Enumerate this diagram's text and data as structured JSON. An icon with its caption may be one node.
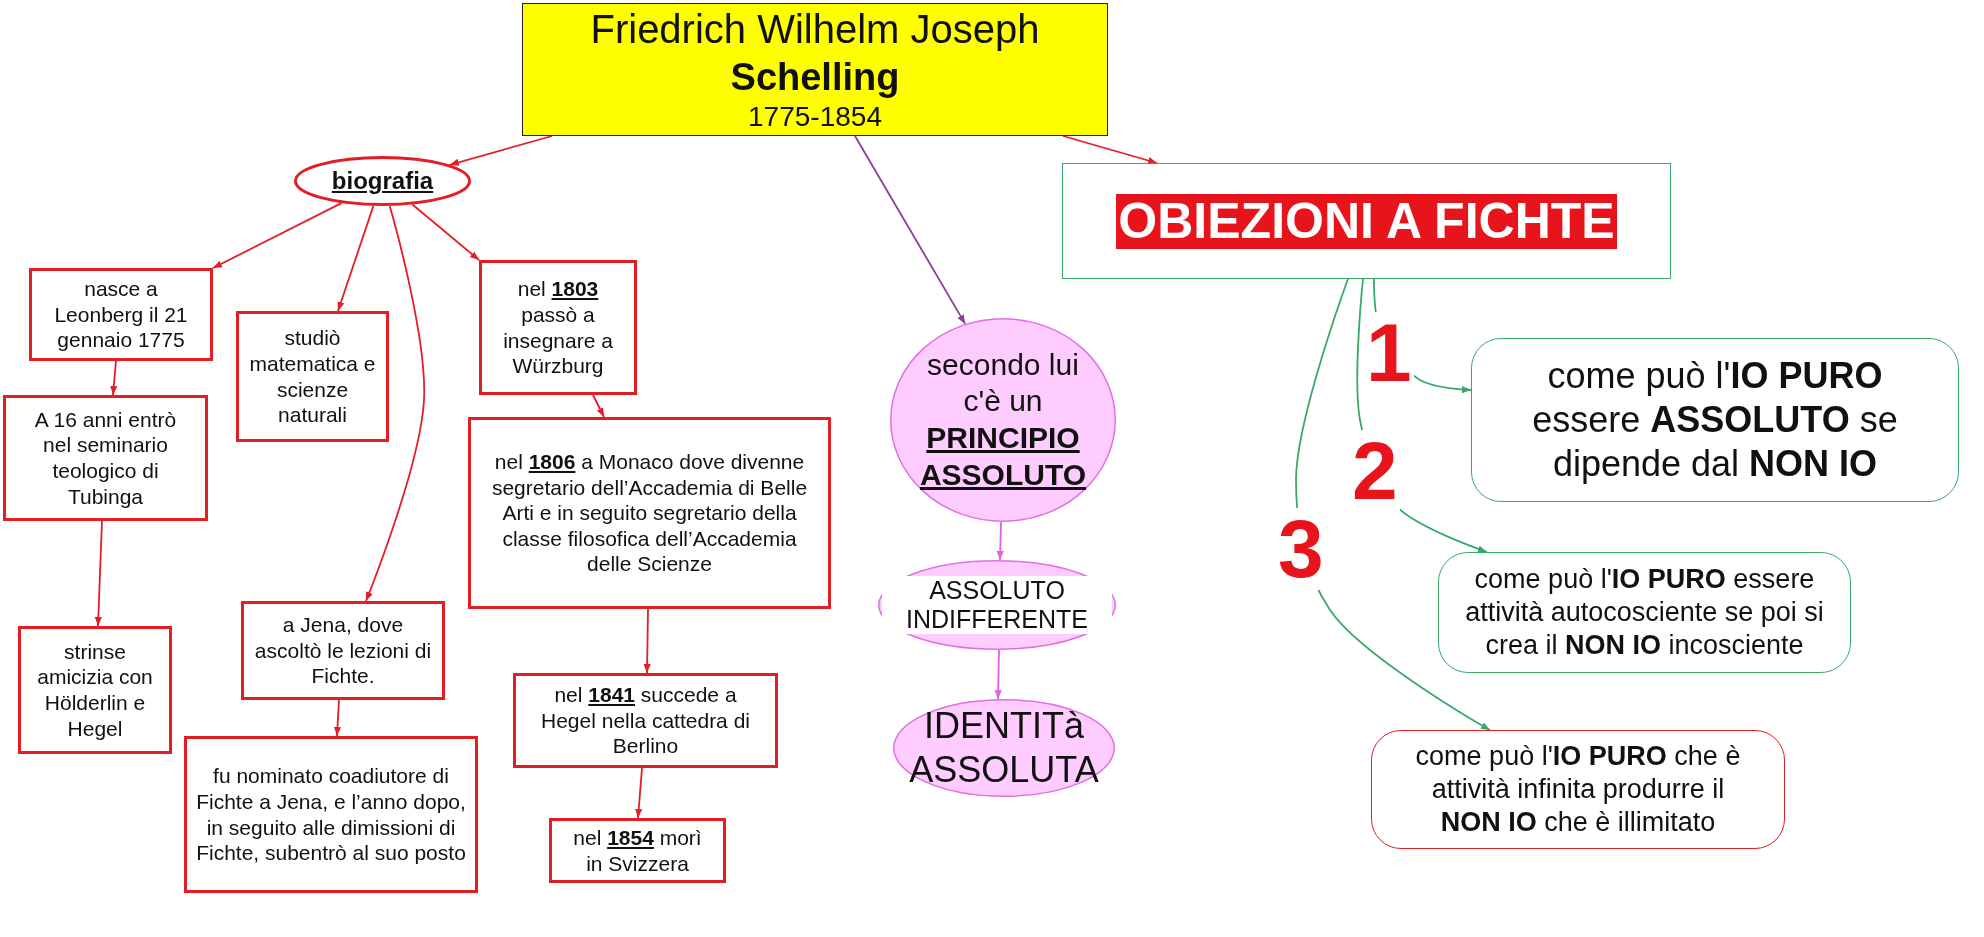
{
  "diagram": {
    "nodes": [
      {
        "text": [
          "Friedrich Wilhelm Joseph",
          "Schelling",
          "1775-1854"
        ]
      },
      {
        "text": [
          "biografia"
        ]
      },
      {
        "text": [
          "nasce a Leonberg il 21 gennaio 1775"
        ]
      },
      {
        "text": [
          "A 16 anni entrò nel seminario teologico di Tubinga"
        ]
      },
      {
        "text": [
          "strinse amicizia con Hölderlin e Hegel"
        ]
      },
      {
        "text": [
          "studiò matematica e scienze naturali"
        ]
      },
      {
        "text": [
          "a Jena, dove ascoltò le lezioni di Fichte."
        ]
      },
      {
        "text": [
          "fu nominato coadiutore di Fichte a Jena, e l’anno dopo, in seguito alle dimissioni di Fichte, subentrò al suo posto"
        ]
      },
      {
        "text": [
          "nel **1803** passò a insegnare a Würzburg"
        ]
      },
      {
        "text": [
          "nel **1806** a Monaco dove divenne segretario dell’Accademia di Belle Arti e in seguito segretario della classe filosofica dell’Accademia delle Scienze"
        ]
      },
      {
        "text": [
          "nel **1841** succede a Hegel nella cattedra di Berlino"
        ]
      },
      {
        "text": [
          "nel **1854** morì in Svizzera"
        ]
      },
      {
        "text": [
          "secondo lui c'è un **PRINCIPIO ASSOLUTO**"
        ]
      },
      {
        "text": [
          "ASSOLUTO INDIFFERENTE"
        ]
      },
      {
        "text": [
          "IDENTITà ASSOLUTA"
        ]
      },
      {
        "text": [
          "OBIEZIONI A FICHTE"
        ]
      },
      {
        "text": [
          "come può l'**IO PURO** essere **ASSOLUTO** se dipende dal **NON IO**"
        ]
      },
      {
        "text": [
          "come può l'**IO PURO** essere attività autocosciente se poi si crea il **NON IO** incosciente"
        ]
      },
      {
        "text": [
          "come può l'**IO PURO** che è attività infinita produrre il **NON IO** che è illimitato"
        ]
      }
    ],
    "edges": [
      {
        "from": 0,
        "to": 1,
        "arrow": "to"
      },
      {
        "from": 0,
        "to": 12,
        "arrow": "to",
        "color": "#8e3a9e"
      },
      {
        "from": 0,
        "to": 15,
        "arrow": "to"
      },
      {
        "from": 1,
        "to": 2,
        "arrow": "to"
      },
      {
        "from": 1,
        "to": 5,
        "arrow": "to"
      },
      {
        "from": 1,
        "to": 6,
        "arrow": "to"
      },
      {
        "from": 1,
        "to": 8,
        "arrow": "to"
      },
      {
        "from": 2,
        "to": 3,
        "arrow": "to"
      },
      {
        "from": 3,
        "to": 4,
        "arrow": "to"
      },
      {
        "from": 6,
        "to": 7,
        "arrow": "to"
      },
      {
        "from": 8,
        "to": 9,
        "arrow": "to"
      },
      {
        "from": 9,
        "to": 10,
        "arrow": "to"
      },
      {
        "from": 10,
        "to": 11,
        "arrow": "to"
      },
      {
        "from": 12,
        "to": 13,
        "arrow": "to",
        "color": "#e060e0"
      },
      {
        "from": 13,
        "to": 14,
        "arrow": "to",
        "color": "#e060e0"
      },
      {
        "from": 15,
        "to": 16,
        "arrow": "to",
        "label": "1",
        "color": "#3aa86b"
      },
      {
        "from": 15,
        "to": 17,
        "arrow": "to",
        "label": "2",
        "color": "#3aa86b"
      },
      {
        "from": 15,
        "to": 18,
        "arrow": "to",
        "label": "3",
        "color": "#3aa86b"
      }
    ]
  }
}
